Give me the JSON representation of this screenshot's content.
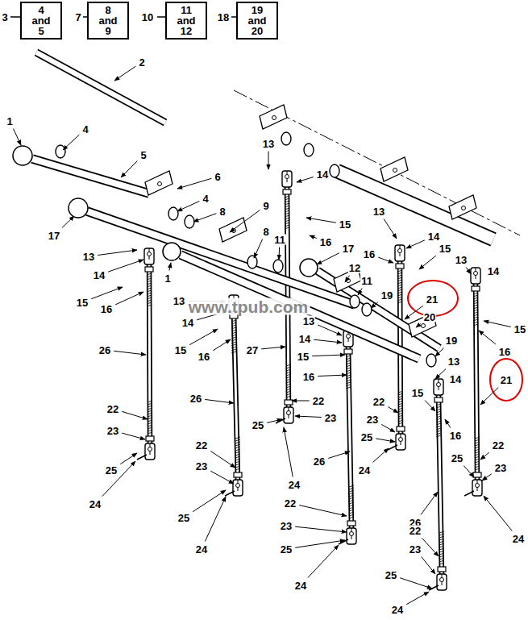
{
  "diagram": {
    "nodes": [
      {
        "text": [
          "4 and 5"
        ]
      },
      {
        "text": [
          "8 and 9"
        ]
      },
      {
        "text": [
          "11 and 12"
        ]
      },
      {
        "text": [
          "19 and 20"
        ]
      }
    ],
    "labels": [
      "3",
      "7",
      "10",
      "18",
      "2",
      "1",
      "4",
      "5",
      "13",
      "6",
      "14",
      "4",
      "8",
      "9",
      "17",
      "15",
      "13",
      "14",
      "8",
      "11",
      "16",
      "17",
      "13",
      "15",
      "16",
      "13",
      "12",
      "14",
      "14",
      "1",
      "11",
      "19",
      "21",
      "13",
      "15",
      "16",
      "20",
      "13",
      "14",
      "15",
      "14",
      "19",
      "26",
      "15",
      "27",
      "16",
      "16",
      "15",
      "13",
      "16",
      "14",
      "21",
      "15",
      "26",
      "22",
      "22",
      "22",
      "23",
      "23",
      "25",
      "23",
      "16",
      "25",
      "22",
      "22",
      "24",
      "25",
      "26",
      "23",
      "25",
      "23",
      "24",
      "22",
      "24",
      "25",
      "26",
      "23",
      "22",
      "24",
      "25",
      "23",
      "24",
      "25",
      "24",
      "24",
      "www.tpub.com"
    ]
  }
}
